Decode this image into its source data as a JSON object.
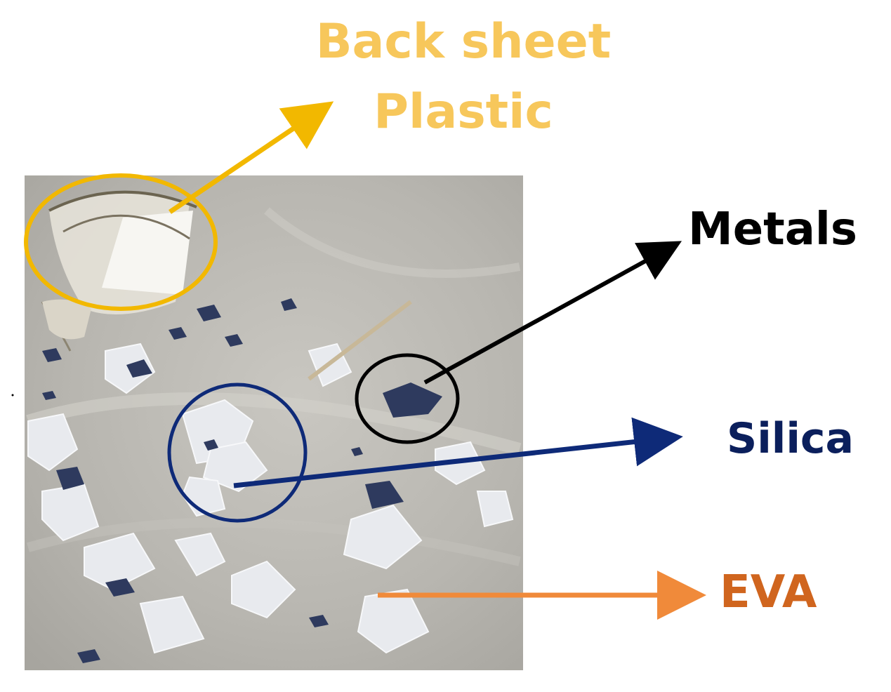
{
  "labels": {
    "backsheet_line1": "Back sheet",
    "backsheet_line2": "Plastic",
    "metals": "Metals",
    "silica": "Silica",
    "eva": "EVA"
  },
  "colors": {
    "backsheet_label": "#F7C75B",
    "backsheet_marker": "#F2B800",
    "metals": "#000000",
    "silica": "#0B1F5C",
    "silica_marker": "#0E2A78",
    "eva_label": "#D0651E",
    "eva_marker": "#F08A3A",
    "photo_background": "#B9B7B0"
  },
  "icons": {
    "backsheet_arrow": "arrow-icon",
    "metals_arrow": "arrow-icon",
    "silica_arrow": "arrow-icon",
    "eva_arrow": "arrow-icon"
  }
}
